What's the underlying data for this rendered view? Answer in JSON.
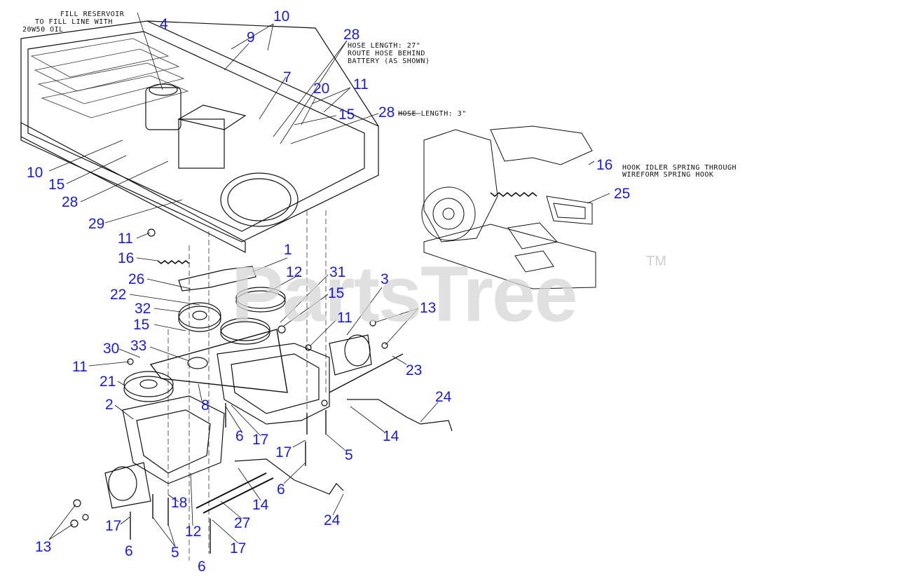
{
  "watermark": {
    "text": "PartsTree",
    "tm": "TM"
  },
  "notes": {
    "fill": [
      "FILL RESERVOIR",
      "TO FILL LINE WITH",
      "20W50 OIL"
    ],
    "hose27": [
      "HOSE LENGTH: 27\"",
      "ROUTE HOSE BEHIND",
      "BATTERY (AS SHOWN)"
    ],
    "hose3": "HOSE LENGTH: 3\"",
    "hook": [
      "HOOK IDLER SPRING THROUGH",
      "WIREFORM SPRING HOOK"
    ]
  },
  "callouts": [
    "10",
    "4",
    "9",
    "28",
    "7",
    "20",
    "11",
    "15",
    "28",
    "10",
    "15",
    "28",
    "29",
    "11",
    "16",
    "1",
    "12",
    "31",
    "26",
    "22",
    "15",
    "3",
    "13",
    "32",
    "15",
    "11",
    "30",
    "33",
    "11",
    "21",
    "2",
    "8",
    "23",
    "24",
    "6",
    "17",
    "14",
    "17",
    "5",
    "6",
    "14",
    "18",
    "12",
    "27",
    "24",
    "17",
    "5",
    "6",
    "13",
    "17",
    "6",
    "16",
    "25"
  ]
}
